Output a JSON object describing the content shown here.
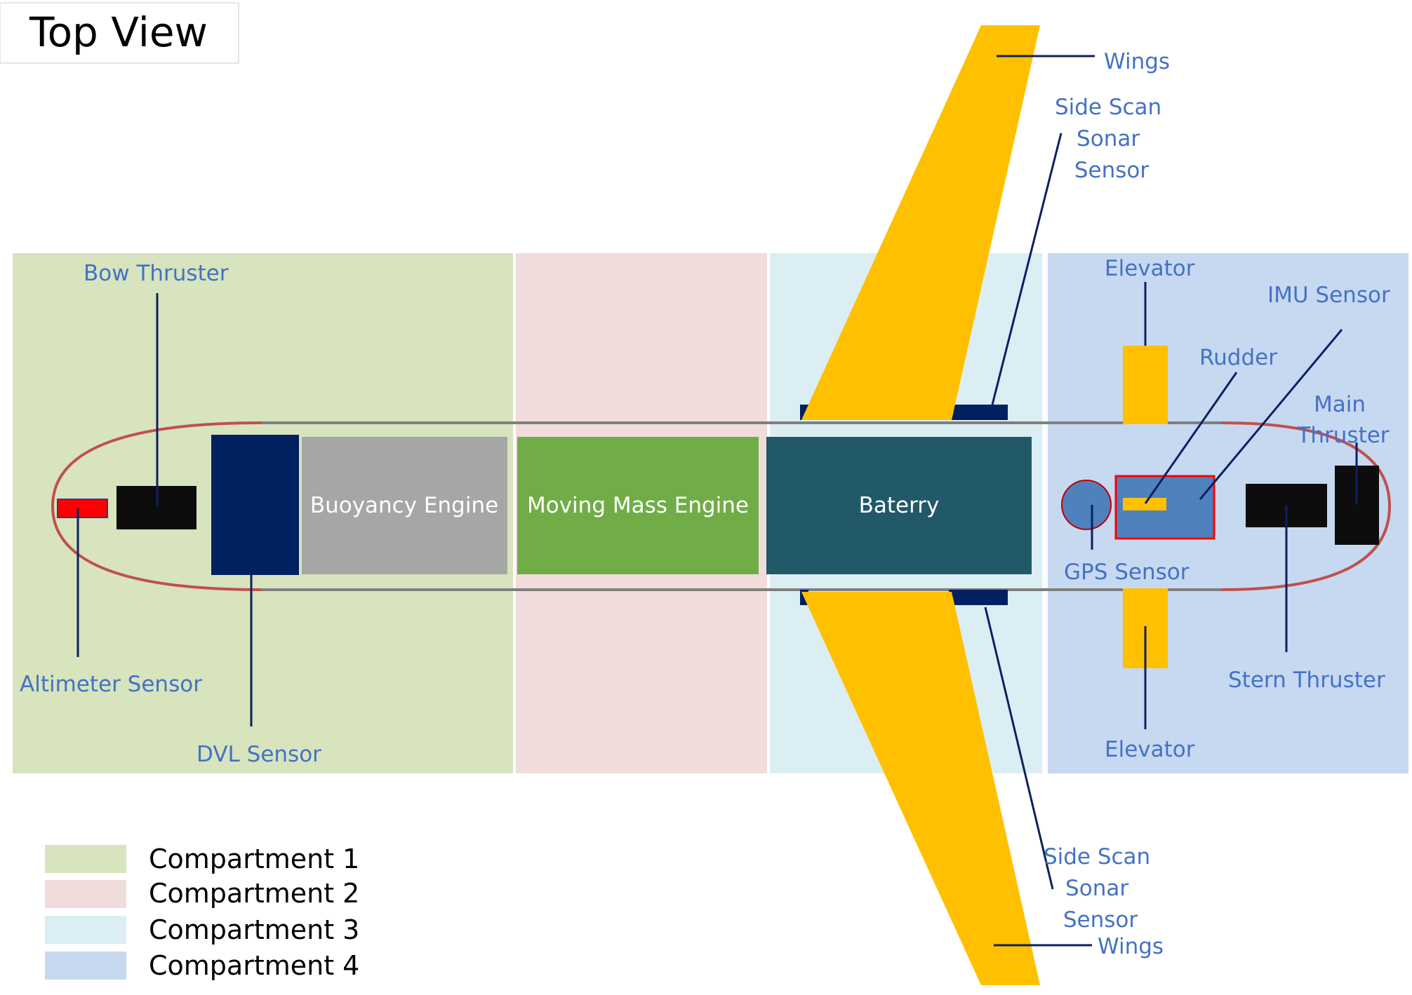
{
  "title": "Top View",
  "colors": {
    "compartment_1": "#d7e4bd",
    "compartment_2": "#f0dcda",
    "compartment_3": "#dbeef4",
    "compartment_4": "#c6d9f1",
    "wing": "#ffc000",
    "hull_outline": "#c0504d",
    "navy": "#002060",
    "label": "#4472c4"
  },
  "components": {
    "buoyancy_engine": "Buoyancy Engine",
    "moving_mass_engine": "Moving Mass Engine",
    "battery": "Baterry"
  },
  "labels": {
    "wings_top": "Wings",
    "wings_bottom": "Wings",
    "side_scan_top": [
      "Side Scan",
      "Sonar",
      "Sensor"
    ],
    "side_scan_bottom": [
      "Side Scan",
      "Sonar",
      "Sensor"
    ],
    "bow_thruster": "Bow Thruster",
    "altimeter_sensor": "Altimeter Sensor",
    "dvl_sensor": "DVL Sensor",
    "elevator_top": "Elevator",
    "elevator_bottom": "Elevator",
    "imu_sensor": "IMU Sensor",
    "rudder": "Rudder",
    "main_thruster": [
      "Main",
      "Thruster"
    ],
    "gps_sensor": "GPS Sensor",
    "stern_thruster": "Stern Thruster"
  },
  "legend": [
    {
      "label": "Compartment 1",
      "color": "#d7e4bd"
    },
    {
      "label": "Compartment 2",
      "color": "#f0dcda"
    },
    {
      "label": "Compartment 3",
      "color": "#dbeef4"
    },
    {
      "label": "Compartment 4",
      "color": "#c6d9f1"
    }
  ]
}
